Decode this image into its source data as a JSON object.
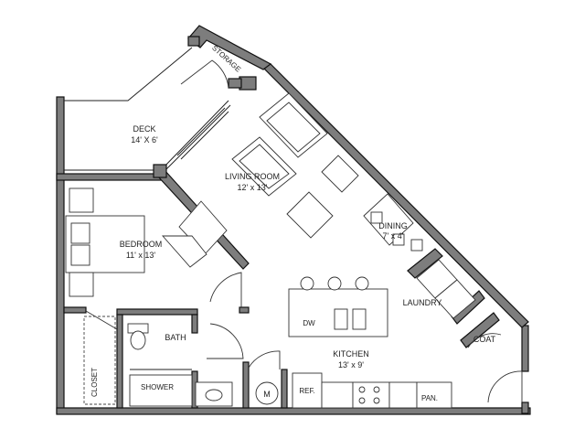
{
  "rooms": {
    "storage": "STORAGE",
    "deck": {
      "name": "DECK",
      "dims": "14' X 6'"
    },
    "living": {
      "name": "LIVING ROOM",
      "dims": "12' x 13'"
    },
    "dining": {
      "name": "DINING",
      "dims": "7' x 4'"
    },
    "bedroom": {
      "name": "BEDROOM",
      "dims": "11' x 13'"
    },
    "laundry": "LAUNDRY",
    "bath": "BATH",
    "coat": "COAT",
    "closet": "CLOSET",
    "shower": "SHOWER",
    "kitchen": {
      "name": "KITCHEN",
      "dims": "13' x 9'"
    }
  },
  "fixtures": {
    "dw": "DW",
    "ref": "REF.",
    "pan": "PAN.",
    "mech": "M"
  }
}
